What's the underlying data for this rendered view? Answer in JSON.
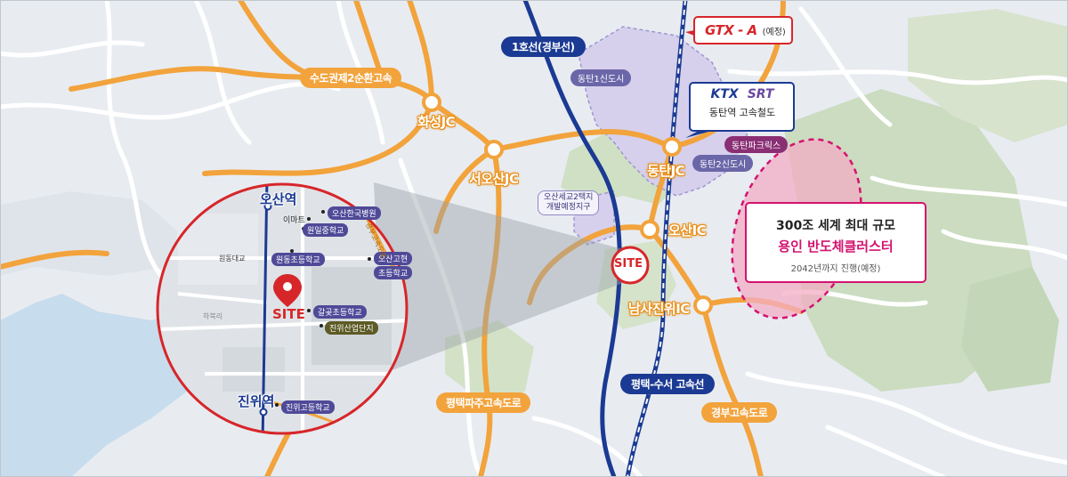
{
  "roads": {
    "capital_ring": "수도권제2순환고속",
    "pyeongtaek_paju": "평택파주고속도로",
    "gyeongbu": "경부고속도로"
  },
  "rails": {
    "line1": "1호선(경부선)",
    "pyeongtaek_suseo": "평택-수서 고속선"
  },
  "junctions": {
    "hwaseong": "화성JC",
    "seoosan": "서오산JC",
    "dongtan": "동탄JC",
    "osan_ic": "오산IC",
    "namsa_jinwi": "남사진위IC"
  },
  "districts": {
    "dongtan1": "동탄1신도시",
    "dongtan2": "동탄2신도시",
    "dongtan_park": "동탄파크릭스",
    "osan_segyo_line1": "오산세교2택지",
    "osan_segyo_line2": "개발예정지구"
  },
  "gtx": {
    "logo": "GTX - A",
    "note": "(예정)"
  },
  "ktx_srt": {
    "ktx": "KTX",
    "srt": "SRT",
    "label": "동탄역 고속철도"
  },
  "cluster": {
    "line1": "300조 세계 최대 규모",
    "line2": "용인 반도체클러스터",
    "line3": "2042년까지 진행(예정)"
  },
  "site": "SITE",
  "inset": {
    "station_north": "오산역",
    "station_south": "진위역",
    "site": "SITE",
    "places": {
      "emart": "이마트",
      "osan_hospital": "오산한국병원",
      "wonil_middle": "원일중학교",
      "wondong_elem": "원동초등학교",
      "osan_high": "오산고현",
      "osan_high2": "초등학교",
      "galgot_elem": "갈곶초등학교",
      "jinwi_industrial": "진위산업단지",
      "jinwi_high": "진위고등학교",
      "bridge": "원동대교",
      "left_village": "하북리",
      "road_right": "경부고속도로"
    }
  }
}
